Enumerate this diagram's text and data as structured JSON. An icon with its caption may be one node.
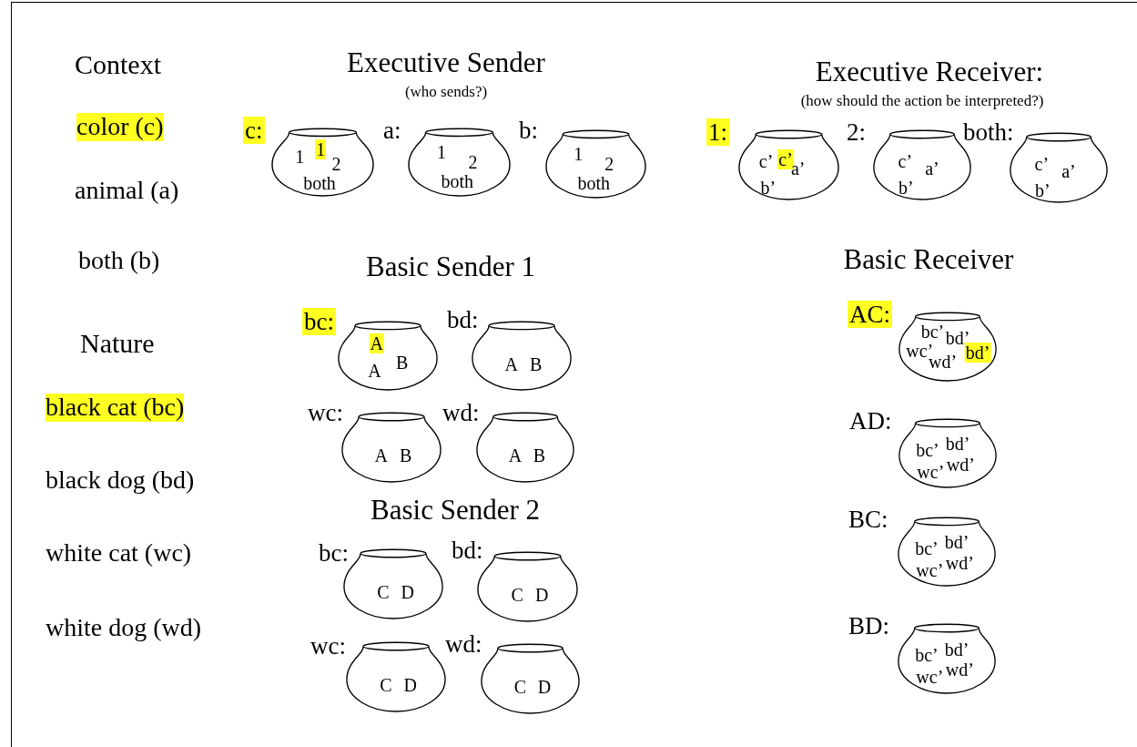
{
  "diagram": {
    "nodes": [
      {
        "text": [
          "1",
          "1",
          "2",
          "both"
        ],
        "beside": [
          "c:"
        ]
      },
      {
        "text": [
          "1",
          "2",
          "both"
        ],
        "beside": [
          "a:"
        ]
      },
      {
        "text": [
          "1",
          "2",
          "both"
        ],
        "beside": [
          "b:"
        ]
      },
      {
        "text": [
          "c’",
          "c’",
          "a’",
          "b’"
        ],
        "beside": [
          "1:"
        ]
      },
      {
        "text": [
          "c’",
          "a’",
          "b’"
        ],
        "beside": [
          "2:"
        ]
      },
      {
        "text": [
          "c’",
          "a’",
          "b’"
        ],
        "beside": [
          "both:"
        ]
      },
      {
        "text": [
          "A",
          "A",
          "B"
        ],
        "beside": [
          "bc:"
        ]
      },
      {
        "text": [
          "A",
          "B"
        ],
        "beside": [
          "bd:"
        ]
      },
      {
        "text": [
          "A",
          "B"
        ],
        "beside": [
          "wc:"
        ]
      },
      {
        "text": [
          "A",
          "B"
        ],
        "beside": [
          "wd:"
        ]
      },
      {
        "text": [
          "C",
          "D"
        ],
        "beside": [
          "bc:"
        ]
      },
      {
        "text": [
          "C",
          "D"
        ],
        "beside": [
          "bd:"
        ]
      },
      {
        "text": [
          "C",
          "D"
        ],
        "beside": [
          "wc:"
        ]
      },
      {
        "text": [
          "C",
          "D"
        ],
        "beside": [
          "wd:"
        ]
      },
      {
        "text": [
          "bc’",
          "bd’",
          "wc’",
          "wd’",
          "bd’"
        ],
        "beside": [
          "AC:"
        ]
      },
      {
        "text": [
          "bc’",
          "bd’",
          "wc’",
          "wd’"
        ],
        "beside": [
          "AD:"
        ]
      },
      {
        "text": [
          "bc’",
          "bd’",
          "wc’",
          "wd’"
        ],
        "beside": [
          "BC:"
        ]
      },
      {
        "text": [
          "bc’",
          "bd’",
          "wc’",
          "wd’"
        ],
        "beside": [
          "BD:"
        ]
      }
    ],
    "labels": [
      "Context",
      "Executive Sender",
      "(who sends?)",
      "Executive Receiver:",
      "(how should the action be interpreted?)",
      "color (c)",
      "animal (a)",
      "both (b)",
      "Basic Sender 1",
      "Basic Receiver",
      "Nature",
      "black cat (bc)",
      "black dog (bd)",
      "white cat (wc)",
      "Basic Sender 2",
      "white dog (wd)"
    ]
  }
}
